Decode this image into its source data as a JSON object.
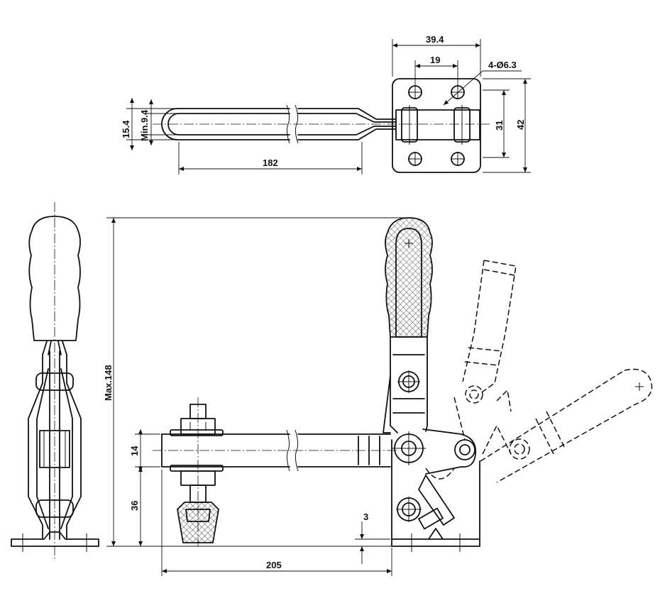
{
  "dimensions": {
    "width_39_4": "39.4",
    "spacing_19": "19",
    "holes": "4-Ø6.3",
    "height_31": "31",
    "height_42": "42",
    "handle_15_4": "15.4",
    "min_9_4": "Min.9.4",
    "length_182": "182",
    "max_148": "Max.148",
    "bar_14": "14",
    "height_36": "36",
    "gap_3": "3",
    "length_205": "205"
  },
  "colors": {
    "line": "#111111",
    "background": "#ffffff"
  }
}
